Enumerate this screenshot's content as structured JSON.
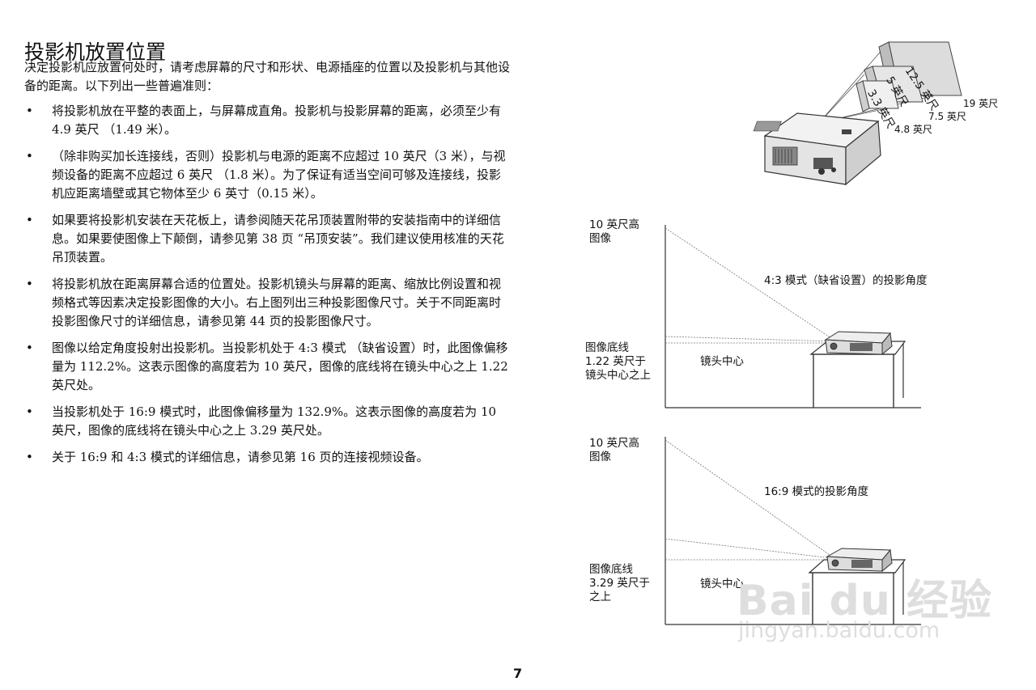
{
  "title": "投影机放置位置",
  "intro": "决定投影机应放置何处时，请考虑屏幕的尺寸和形状、电源插座的位置以及投影机与其他设备的距离。以下列出一些普遍准则：",
  "bullet_symbol": "•",
  "bullets": [
    "将投影机放在平整的表面上，与屏幕成直角。投影机与投影屏幕的距离，必须至少有 4.9 英尺 （1.49 米）。",
    "（除非购买加长连接线，否则）投影机与电源的距离不应超过 10 英尺（3 米），与视频设备的距离不应超过 6 英尺 （1.8 米）。为了保证有适当空间可够及连接线，投影机应距离墙壁或其它物体至少 6 英寸（0.15 米）。",
    "如果要将投影机安装在天花板上，请参阅随天花吊顶装置附带的安装指南中的详细信息。如果要使图像上下颠倒，请参见第 38 页 “吊顶安装”。我们建议使用核准的天花吊顶装置。",
    "将投影机放在距离屏幕合适的位置处。投影机镜头与屏幕的距离、缩放比例设置和视频格式等因素决定投影图像的大小。右上图列出三种投影图像尺寸。关于不同距离时投影图像尺寸的详细信息，请参见第 44 页的投影图像尺寸。",
    "图像以给定角度投射出投影机。当投影机处于 4:3 模式 （缺省设置）时，此图像偏移量为 112.2%。这表示图像的高度若为 10 英尺，图像的底线将在镜头中心之上 1.22 英尺处。",
    "当投影机处于 16:9 模式时，此图像偏移量为 132.9%。这表示图像的高度若为 10 英尺，图像的底线将在镜头中心之上 3.29 英尺处。",
    "关于 16:9 和 4:3 模式的详细信息，请参见第 16 页的连接视频设备。"
  ],
  "diagram_top": {
    "sizes": [
      "12.5 英尺",
      "5 英尺",
      "3.3 英尺"
    ],
    "distances": [
      "19 英尺",
      "7.5 英尺",
      "4.8 英尺"
    ]
  },
  "diagram_mid": {
    "screen_label": "10 英尺高\n图像",
    "angle_label": "4:3 模式（缺省设置）的投影角度",
    "baseline_label": "图像底线\n1.22 英尺于\n镜头中心之上",
    "lens_label": "镜头中心"
  },
  "diagram_bottom": {
    "screen_label": "10 英尺高\n图像",
    "angle_label": "16:9 模式的投影角度",
    "baseline_label": "图像底线\n3.29 英尺于\n之上",
    "lens_label": "镜头中心"
  },
  "page_number": "7",
  "watermark": {
    "logo": "Bai du 经验",
    "url": "jingyan.baidu.com"
  }
}
